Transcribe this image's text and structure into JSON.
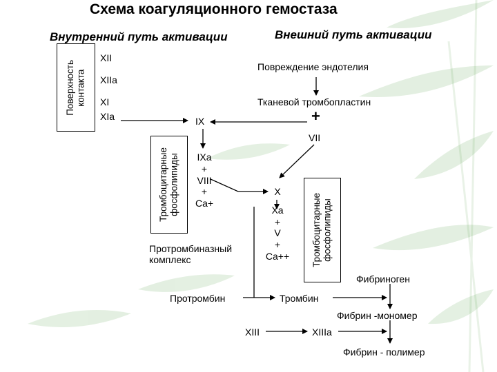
{
  "title": "Схема коагуляционного гемостаза",
  "headings": {
    "intrinsic": "Внутренний путь активации",
    "extrinsic": "Внешний путь активации"
  },
  "side_boxes": {
    "contact": "Поверхность\nконтакта",
    "phospholipids_left": "Тромбоцитарные\nфосфолипиды",
    "phospholipids_right": "Тромбоцитарные\nфосфолипиды"
  },
  "intrinsic_factors": [
    "XII",
    "XIIa",
    "XI",
    "XIa"
  ],
  "extrinsic": {
    "endothelium": "Повреждение эндотелия",
    "tissue_factor": "Тканевой тромбопластин",
    "plus": "+",
    "vii": "VII"
  },
  "ix": "IX",
  "tenase_complex": [
    "IXa",
    "+",
    "VIII",
    "+",
    "Ca+"
  ],
  "prothrombinase_label": "Протромбиназный\nкомплекс",
  "x_complex": [
    "X",
    "Xa",
    "+",
    "V",
    "+",
    "Ca++"
  ],
  "prothrombin": "Протромбин",
  "thrombin": "Тромбин",
  "fibrinogen": "Фибриноген",
  "fibrin_monomer": "Фибрин -мономер",
  "factor_xiii": "XIII",
  "factor_xiiia": "XIIIa",
  "fibrin_polymer": "Фибрин - полимер",
  "colors": {
    "text": "#000000",
    "background": "#ffffff",
    "leaf": "#2f8a1e"
  }
}
